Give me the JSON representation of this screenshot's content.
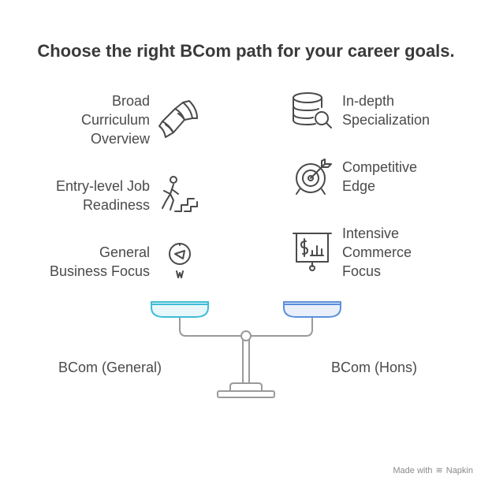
{
  "title": "Choose the right BCom path for your career goals.",
  "left_items": [
    {
      "lines": [
        "Broad",
        "Curriculum",
        "Overview"
      ],
      "icon": "book-pages-icon"
    },
    {
      "lines": [
        "Entry-level Job",
        "Readiness"
      ],
      "icon": "climbing-stairs-icon"
    },
    {
      "lines": [
        "General",
        "Business Focus"
      ],
      "icon": "compass-icon"
    }
  ],
  "right_items": [
    {
      "lines": [
        "In-depth",
        "Specialization"
      ],
      "icon": "database-search-icon"
    },
    {
      "lines": [
        "Competitive",
        "Edge"
      ],
      "icon": "target-arrow-icon"
    },
    {
      "lines": [
        "Intensive",
        "Commerce",
        "Focus"
      ],
      "icon": "presentation-chart-icon"
    }
  ],
  "scale": {
    "left_label": "BCom (General)",
    "right_label": "BCom (Hons)",
    "left_pan_color": "#3fbcd4",
    "right_pan_color": "#5b8fdc",
    "left_pan_fill": "#e8f7fb",
    "right_pan_fill": "#e9f0fb"
  },
  "credit": {
    "made_with": "Made with",
    "brand": "Napkin"
  }
}
